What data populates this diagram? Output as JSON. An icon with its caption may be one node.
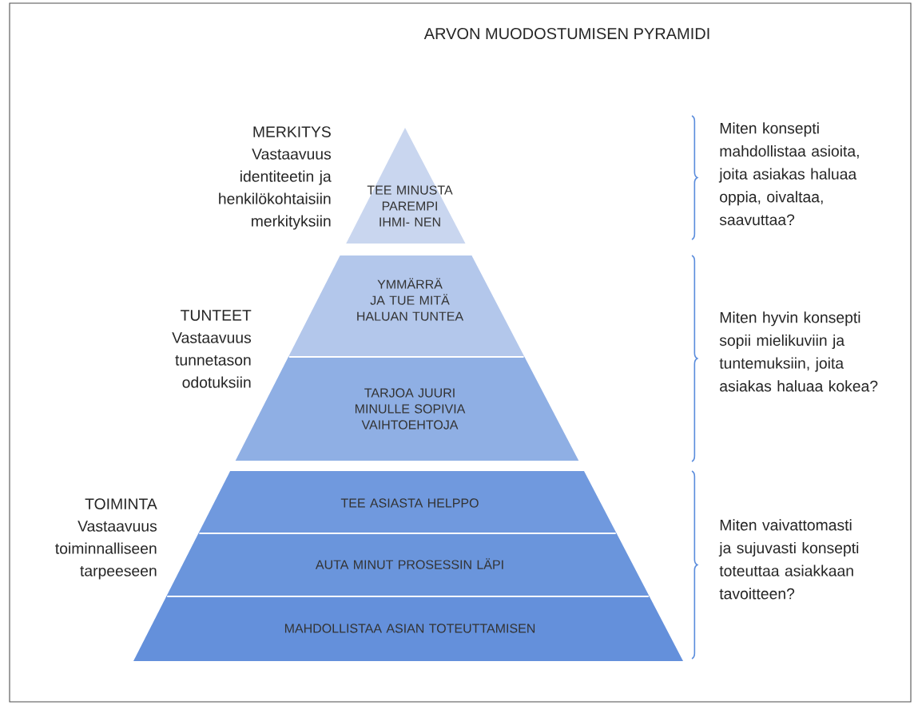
{
  "diagram": {
    "title": "ARVON MUODOSTUMISEN PYRAMIDI",
    "nodes": [
      {
        "text": [
          "TEE MINUSTA PAREMPI IHMI- NEN"
        ]
      },
      {
        "text": [
          "YMMÄRRÄ JA TUE MITÄ HALUAN TUNTEA"
        ]
      },
      {
        "text": [
          "TARJOA JUURI MINULLE SOPIVIA VAIHTOEHTOJA"
        ]
      },
      {
        "text": [
          "TEE ASIASTA HELPPO"
        ]
      },
      {
        "text": [
          "AUTA MINUT PROSESSIN LÄPI"
        ]
      },
      {
        "text": [
          "MAHDOLLISTAA ASIAN TOTEUTTAMISEN"
        ]
      }
    ],
    "labels": [
      "MERKITYS",
      "Vastaavuus identiteetin ja henkilökohtaisiin merkityksiin",
      "Miten konsepti mahdollistaa asioita, joita asiakas haluaa oppia, oivaltaa, saavuttaa?",
      "TUNTEET",
      "Vastaavuus tunnetason odotuksiin",
      "Miten hyvin konsepti sopii mielikuviin ja tuntemuksiin, joita asiakas haluaa kokea?",
      "TOIMINTA",
      "Vastaavuus toiminnalliseen tarpeeseen",
      "Miten vaivattomasti ja sujuvasti konsepti toteuttaa asiakkaan tavoitteen?"
    ]
  }
}
